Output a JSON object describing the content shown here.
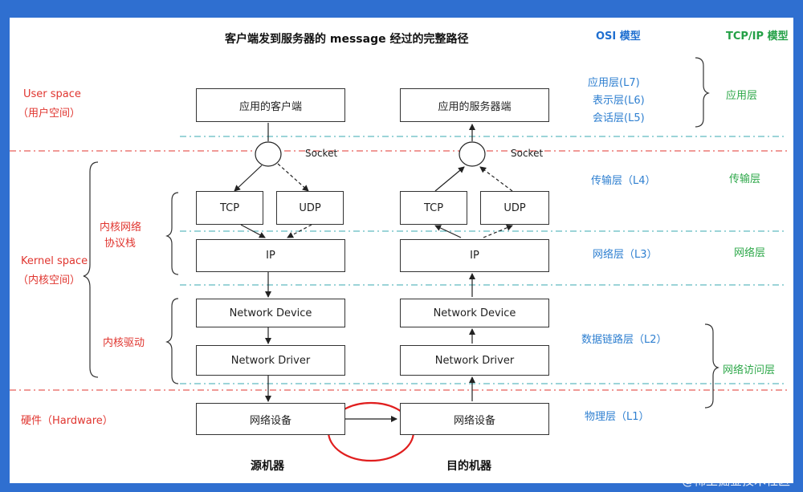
{
  "title": "客户端发到服务器的  message  经过的完整路径",
  "headers": {
    "osi": "OSI  模型",
    "tcpip": "TCP/IP  模型"
  },
  "left": {
    "user_space": "User space",
    "user_space_cn": "（用户空间）",
    "kernel_space": "Kernel space",
    "kernel_space_cn": "（内核空间）",
    "hardware": "硬件（Hardware）",
    "kernel_stack_line1": "内核网络",
    "kernel_stack_line2": "协议栈",
    "kernel_driver": "内核驱动"
  },
  "source": {
    "app": "应用的客户端",
    "socket": "Socket",
    "tcp": "TCP",
    "udp": "UDP",
    "ip": "IP",
    "device": "Network Device",
    "driver": "Network Driver",
    "hw": "网络设备",
    "caption": "源机器"
  },
  "dest": {
    "app": "应用的服务器端",
    "socket": "Socket",
    "tcp": "TCP",
    "udp": "UDP",
    "ip": "IP",
    "device": "Network Device",
    "driver": "Network Driver",
    "hw": "网络设备",
    "caption": "目的机器"
  },
  "osi": {
    "l7": "应用层(L7)",
    "l6": "表示层(L6)",
    "l5": "会话层(L5)",
    "l4": "传输层（L4）",
    "l3": "网络层（L3）",
    "l2": "数据链路层（L2）",
    "l1": "物理层（L1）"
  },
  "tcpip": {
    "app": "应用层",
    "transport": "传输层",
    "network": "网络层",
    "access": "网络访问层"
  },
  "watermark": "@稀土掘金技术社区",
  "colors": {
    "red": "#e0352f",
    "blue": "#2e7fd0",
    "green": "#2ea84a",
    "frame": "#2f6fd0"
  }
}
